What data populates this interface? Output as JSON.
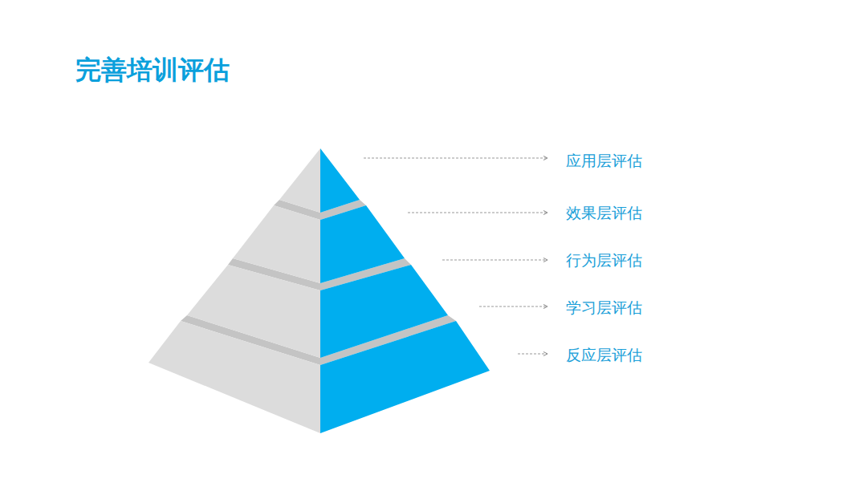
{
  "diagram": {
    "title": "完善培训评估",
    "labels": [
      "应用层评估",
      "效果层评估",
      "行为层评估",
      "学习层评估",
      "反应层评估"
    ]
  }
}
